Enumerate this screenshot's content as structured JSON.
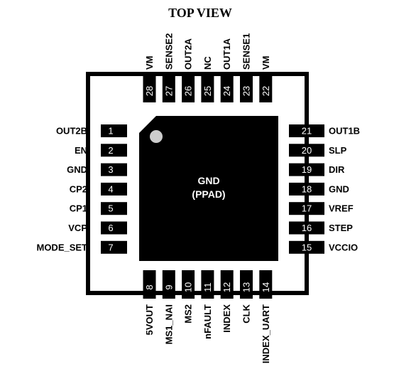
{
  "title": "TOP VIEW",
  "center_pad": {
    "line1": "GND",
    "line2": "(PPAD)"
  },
  "colors": {
    "pin": "#000000",
    "body_outline": "#000000",
    "pad": "#000000",
    "pin1_marker": "#cccccc"
  },
  "pins": {
    "left": [
      {
        "num": "1",
        "name": "OUT2B"
      },
      {
        "num": "2",
        "name": "EN"
      },
      {
        "num": "3",
        "name": "GND"
      },
      {
        "num": "4",
        "name": "CP2"
      },
      {
        "num": "5",
        "name": "CP1"
      },
      {
        "num": "6",
        "name": "VCP"
      },
      {
        "num": "7",
        "name": "MODE_SET"
      }
    ],
    "bottom": [
      {
        "num": "8",
        "name": "5VOUT"
      },
      {
        "num": "9",
        "name": "MS1_NAI"
      },
      {
        "num": "10",
        "name": "MS2"
      },
      {
        "num": "11",
        "name": "nFAULT"
      },
      {
        "num": "12",
        "name": "INDEX"
      },
      {
        "num": "13",
        "name": "CLK"
      },
      {
        "num": "14",
        "name": "INDEX_UART"
      }
    ],
    "right": [
      {
        "num": "15",
        "name": "VCCIO"
      },
      {
        "num": "16",
        "name": "STEP"
      },
      {
        "num": "17",
        "name": "VREF"
      },
      {
        "num": "18",
        "name": "GND"
      },
      {
        "num": "19",
        "name": "DIR"
      },
      {
        "num": "20",
        "name": "SLP"
      },
      {
        "num": "21",
        "name": "OUT1B"
      }
    ],
    "top": [
      {
        "num": "22",
        "name": "VM"
      },
      {
        "num": "23",
        "name": "SENSE1"
      },
      {
        "num": "24",
        "name": "OUT1A"
      },
      {
        "num": "25",
        "name": "NC"
      },
      {
        "num": "26",
        "name": "OUT2A"
      },
      {
        "num": "27",
        "name": "SENSE2"
      },
      {
        "num": "28",
        "name": "VM"
      }
    ]
  }
}
